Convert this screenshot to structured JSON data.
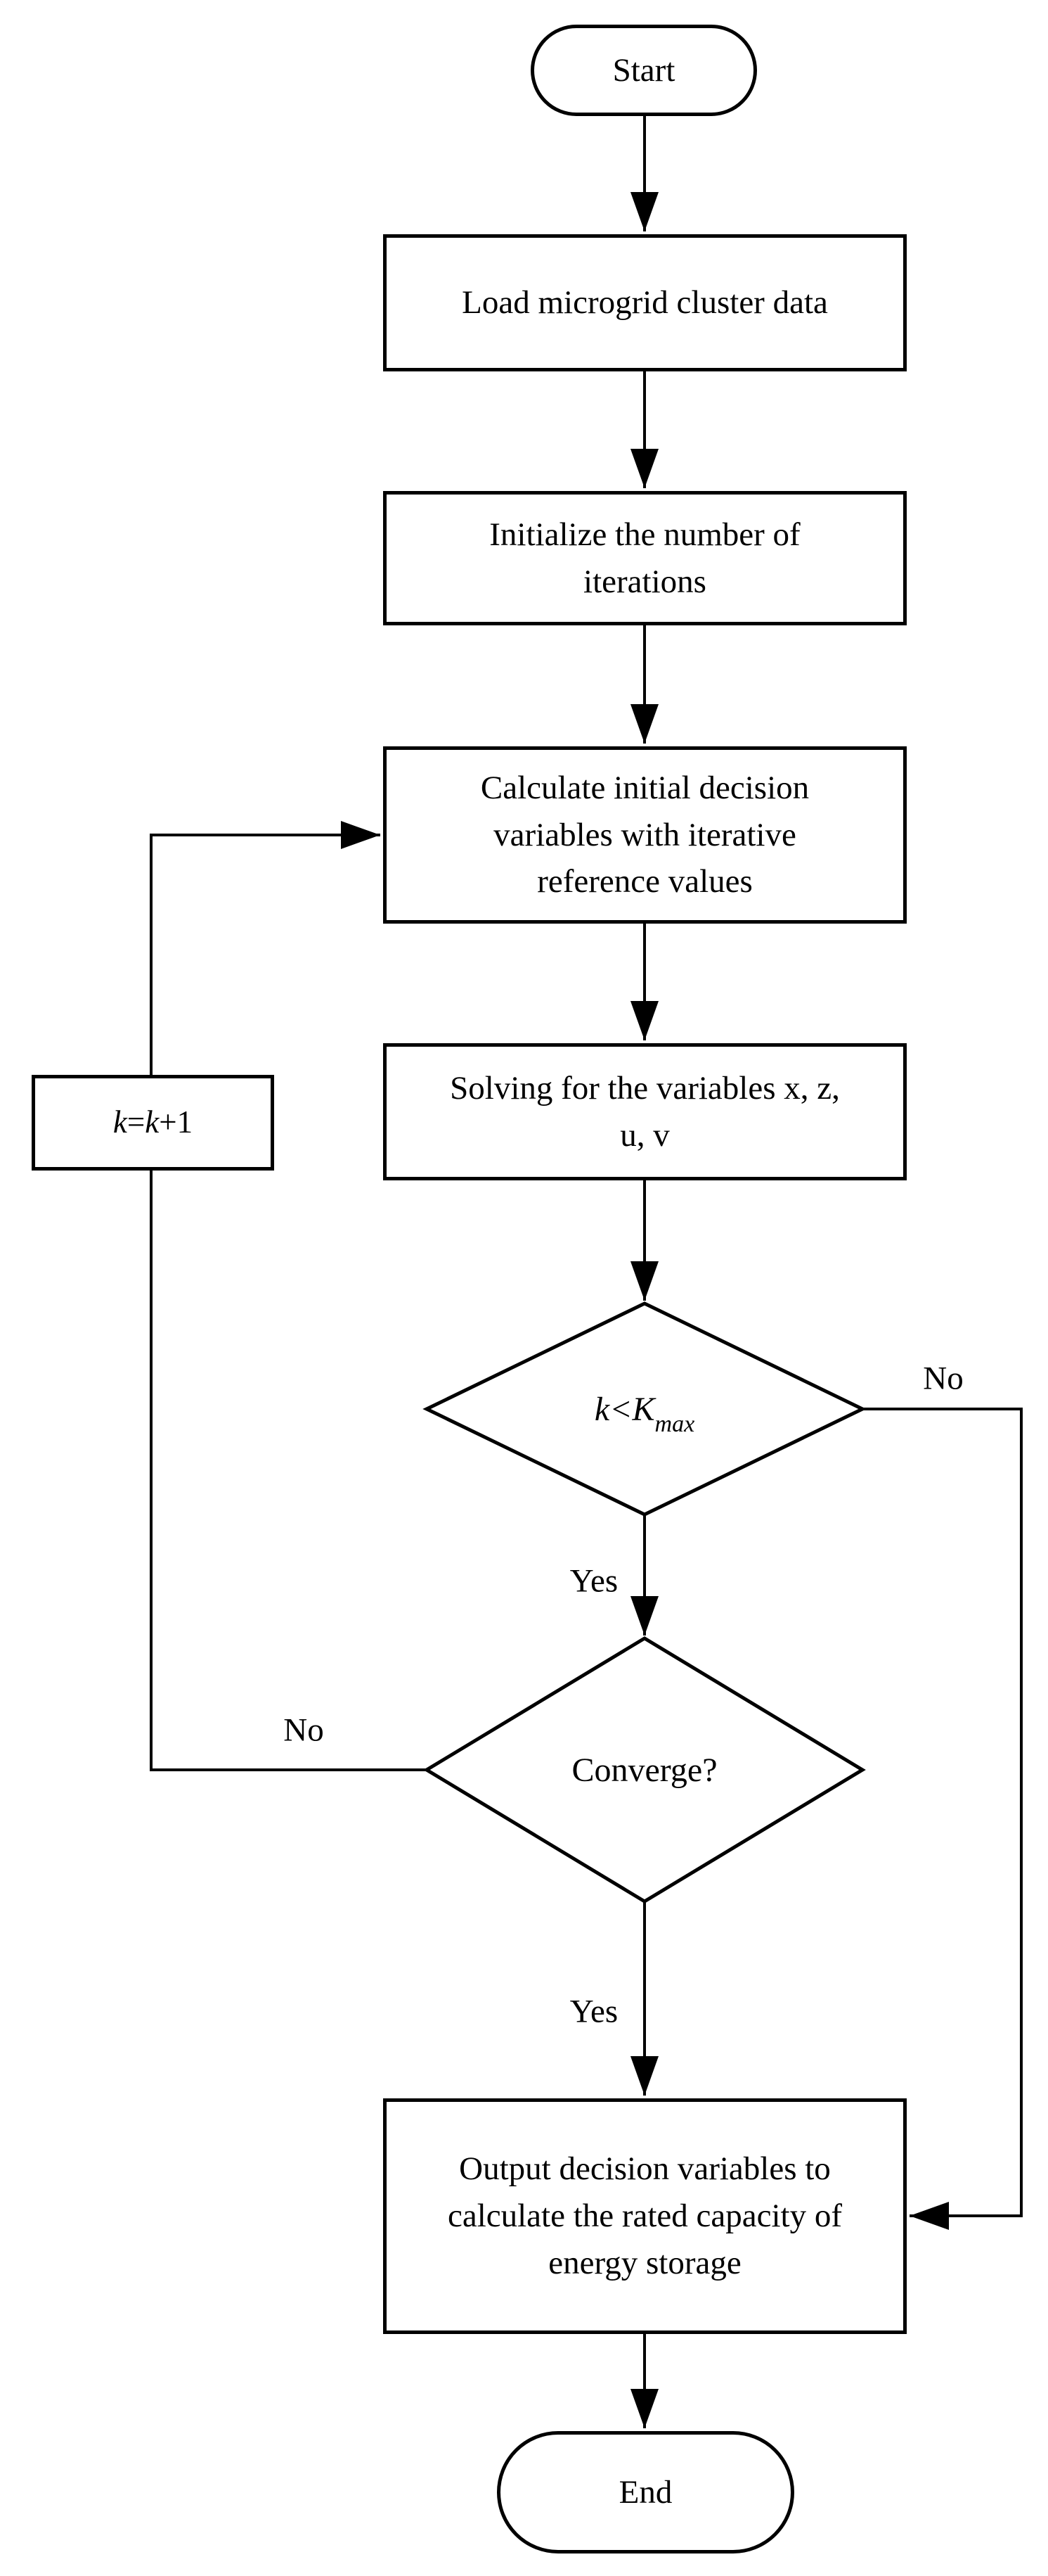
{
  "figure": {
    "type": "flowchart",
    "background": "#ffffff",
    "stroke_color": "#000000"
  },
  "nodes": {
    "start": {
      "label": "Start",
      "shape": "terminator"
    },
    "load": {
      "lines": [
        "Load microgrid cluster data"
      ],
      "shape": "process"
    },
    "init": {
      "lines": [
        "Initialize the number of",
        "iterations"
      ],
      "shape": "process"
    },
    "calc": {
      "lines": [
        "Calculate initial decision",
        "variables with iterative",
        "reference values"
      ],
      "shape": "process"
    },
    "solve": {
      "lines": [
        "Solving for the variables x, z,",
        "u, v"
      ],
      "shape": "process"
    },
    "kmax_decision": {
      "pre": "k<K",
      "sub": "max",
      "shape": "decision"
    },
    "converge_decision": {
      "label": "Converge?",
      "shape": "decision"
    },
    "kinc": {
      "k1": "k",
      "eq": "=",
      "k2": "k",
      "plus": "+1",
      "shape": "process"
    },
    "output": {
      "lines": [
        "Output decision variables to",
        "calculate the rated capacity of",
        "energy storage"
      ],
      "shape": "process"
    },
    "end": {
      "label": "End",
      "shape": "terminator"
    }
  },
  "edge_labels": {
    "kmax_no": "No",
    "kmax_yes": "Yes",
    "converge_no": "No",
    "converge_yes": "Yes"
  }
}
